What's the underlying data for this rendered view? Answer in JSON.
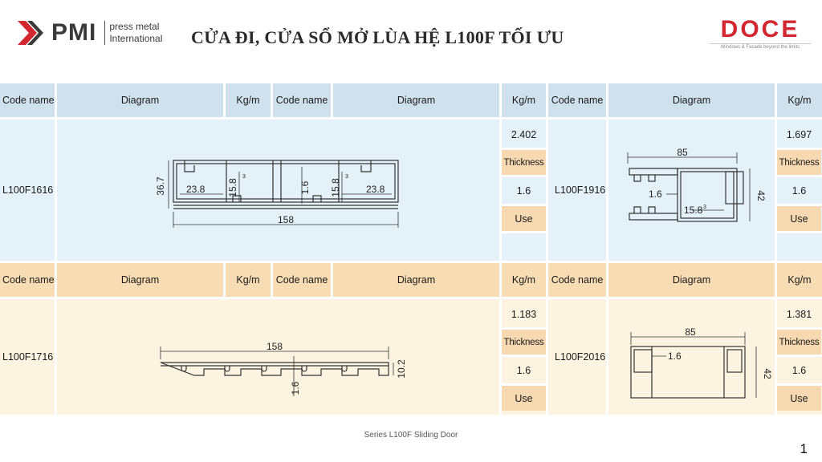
{
  "header": {
    "pmi_word": "PMI",
    "pmi_line1": "press metal",
    "pmi_line2": "International",
    "title": "CỬA ĐI, CỬA SỔ MỞ LÙA HỆ L100F TỐI ƯU",
    "doce_word": "DOCE",
    "doce_tagline": "Windows & Facade beyond the limits"
  },
  "columns": {
    "code_name": "Code name",
    "diagram": "Diagram",
    "kgm": "Kg/m"
  },
  "profiles": [
    {
      "code": "L100F1616",
      "kgm": "2.402",
      "thickness_label": "Thickness",
      "thickness": "1.6",
      "use_label": "Use",
      "dims": {
        "height": "36.7",
        "left": "23.8",
        "right": "23.8",
        "inner_left": "15.8",
        "inner_right": "15.8",
        "sup": "3",
        "wall": "1.6",
        "width": "158"
      }
    },
    {
      "code": "L100F1916",
      "kgm": "1.697",
      "thickness_label": "Thickness",
      "thickness": "1.6",
      "use_label": "Use",
      "dims": {
        "width": "85",
        "wall": "1.6",
        "height": "42",
        "inner": "15.8",
        "sup": "3"
      }
    },
    {
      "code": "L100F1716",
      "kgm": "1.183",
      "thickness_label": "Thickness",
      "thickness": "1.6",
      "use_label": "Use",
      "dims": {
        "width": "158",
        "height": "10.2",
        "wall": "1.6"
      }
    },
    {
      "code": "L100F2016",
      "kgm": "1.381",
      "thickness_label": "Thickness",
      "thickness": "1.6",
      "use_label": "Use",
      "dims": {
        "width": "85",
        "wall": "1.6",
        "height": "42"
      }
    }
  ],
  "footer": {
    "series": "Series L100F  Sliding Door",
    "page": "1"
  },
  "colors": {
    "header_blue": "#cfe1ec",
    "body_blue": "#e4f1f9",
    "header_tan": "#f8dcb3",
    "body_tan": "#fcf4e0",
    "brand_red": "#d22630"
  }
}
